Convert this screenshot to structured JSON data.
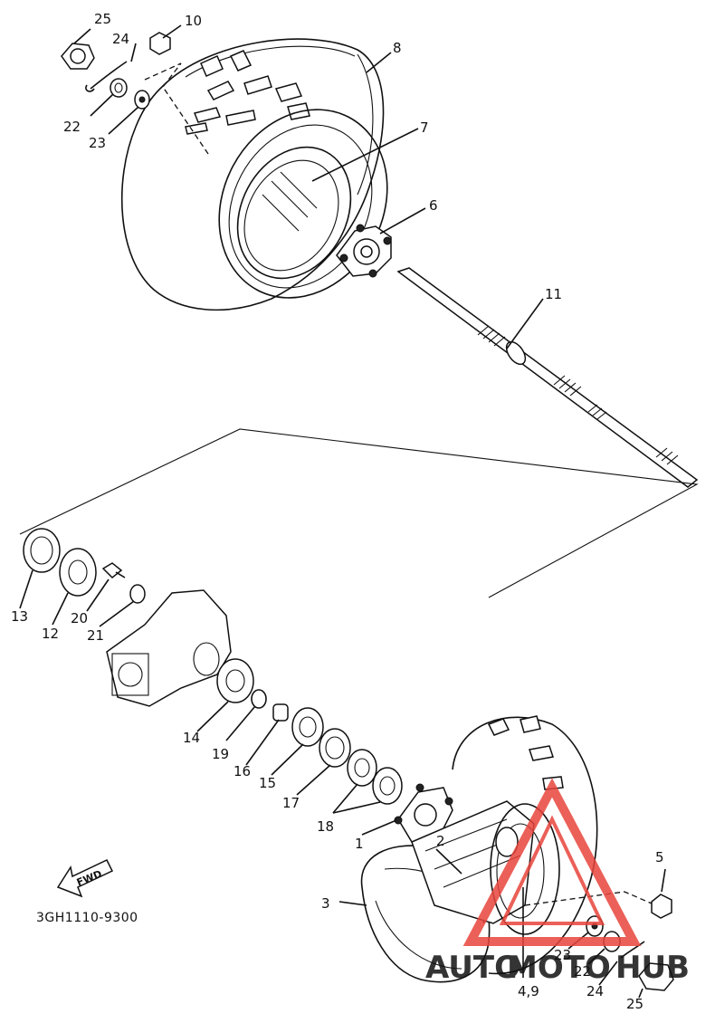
{
  "diagram_code": "3GH1110-9300",
  "fwd_label": "FWD",
  "watermark": {
    "part1": "AUTO",
    "part2": "MOTO",
    "part3": "HUB",
    "color_red": "#d9342b",
    "color_orange": "#f0b27a"
  },
  "parts": [
    {
      "id": "p1",
      "label": "1"
    },
    {
      "id": "p2",
      "label": "2"
    },
    {
      "id": "p3",
      "label": "3"
    },
    {
      "id": "p4_9",
      "label": "4,9"
    },
    {
      "id": "p5",
      "label": "5"
    },
    {
      "id": "p6",
      "label": "6"
    },
    {
      "id": "p7",
      "label": "7"
    },
    {
      "id": "p8",
      "label": "8"
    },
    {
      "id": "p10",
      "label": "10"
    },
    {
      "id": "p11",
      "label": "11"
    },
    {
      "id": "p12",
      "label": "12"
    },
    {
      "id": "p13",
      "label": "13"
    },
    {
      "id": "p14",
      "label": "14"
    },
    {
      "id": "p15",
      "label": "15"
    },
    {
      "id": "p16",
      "label": "16"
    },
    {
      "id": "p17",
      "label": "17"
    },
    {
      "id": "p18",
      "label": "18"
    },
    {
      "id": "p19",
      "label": "19"
    },
    {
      "id": "p20",
      "label": "20"
    },
    {
      "id": "p21",
      "label": "21"
    },
    {
      "id": "p22a",
      "label": "22"
    },
    {
      "id": "p22b",
      "label": "22"
    },
    {
      "id": "p23a",
      "label": "23"
    },
    {
      "id": "p23b",
      "label": "23"
    },
    {
      "id": "p24a",
      "label": "24"
    },
    {
      "id": "p24b",
      "label": "24"
    },
    {
      "id": "p25a",
      "label": "25"
    },
    {
      "id": "p25b",
      "label": "25"
    }
  ]
}
